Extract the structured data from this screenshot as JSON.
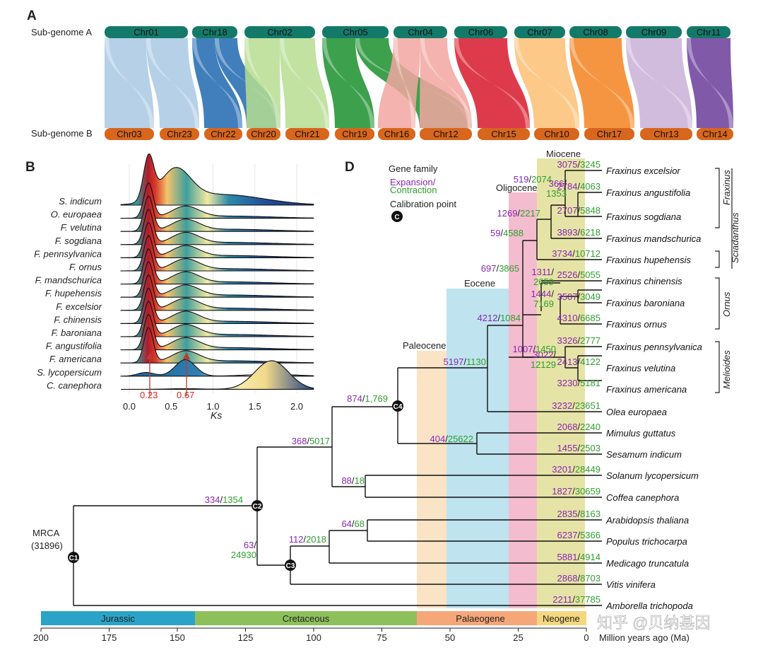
{
  "panel_a": {
    "letter": "A",
    "row_a_label": "Sub-genome A",
    "row_b_label": "Sub-genome B",
    "top_chromosomes": [
      "Chr01",
      "Chr18",
      "Chr02",
      "Chr05",
      "Chr04",
      "Chr06",
      "Chr07",
      "Chr08",
      "Chr09",
      "Chr11"
    ],
    "bottom_chromosomes": [
      "Chr03",
      "Chr23",
      "Chr22",
      "Chr20",
      "Chr21",
      "Chr19",
      "Chr16",
      "Chr12",
      "Chr15",
      "Chr10",
      "Chr17",
      "Chr13",
      "Chr14"
    ],
    "top_color": "#137a6a",
    "bottom_color": "#d8661c",
    "ribbon_colors": [
      "#a9c9e3",
      "#1f68b0",
      "#b6dd91",
      "#1b8f2e",
      "#f2a6a0",
      "#d7192b",
      "#fcbf74",
      "#f48220",
      "#c9b0d8",
      "#6a3d9a"
    ]
  },
  "panel_b": {
    "letter": "B",
    "species": [
      "S. indicum",
      "O. europaea",
      "F. velutina",
      "F. sogdiana",
      "F. pennsylvanica",
      "F. ornus",
      "F. mandschurica",
      "F. hupehensis",
      "F. excelsior",
      "F. chinensis",
      "F. baroniana",
      "F. angustifolia",
      "F. americana",
      "S. lycopersicum",
      "C. canephora"
    ],
    "peak_labels": [
      "0.23",
      "0.67"
    ],
    "xticks": [
      "0.0",
      "0.5",
      "1.0",
      "1.5",
      "2.0"
    ],
    "xlabel": "Ks",
    "peak_color": "#d7261e"
  },
  "panel_d": {
    "letter": "D",
    "legend": {
      "title": "Gene family",
      "expansion": "Expansion/",
      "contraction": "Contraction",
      "calibration": "Calibration point",
      "expansion_color": "#8a27b4",
      "contraction_color": "#2f9e2f"
    },
    "epochs": [
      "Miocene",
      "Oligocene",
      "Eocene",
      "Paleocene"
    ],
    "taxa": [
      {
        "name": "Fraxinus excelsior",
        "exp": "3075",
        "con": "3245"
      },
      {
        "name": "Fraxinus angustifolia",
        "exp": "2784",
        "con": "4063"
      },
      {
        "name": "Fraxinus sogdiana",
        "exp": "2707",
        "con": "5848"
      },
      {
        "name": "Fraxinus mandschurica",
        "exp": "3893",
        "con": "6218"
      },
      {
        "name": "Fraxinus hupehensis",
        "exp": "3734",
        "con": "10712"
      },
      {
        "name": "Fraxinus chinensis",
        "exp": "2526",
        "con": "5055"
      },
      {
        "name": "Fraxinus baroniana",
        "exp": "3507",
        "con": "3049"
      },
      {
        "name": "Fraxinus ornus",
        "exp": "4310",
        "con": "6685"
      },
      {
        "name": "Fraxinus pennsylvanica",
        "exp": "3326",
        "con": "2777"
      },
      {
        "name": "Fraxinus velutina",
        "exp": "2413",
        "con": "4122"
      },
      {
        "name": "Fraxinus americana",
        "exp": "3230",
        "con": "5181"
      },
      {
        "name": "Olea europaea",
        "exp": "3232",
        "con": "23651"
      },
      {
        "name": "Mimulus guttatus",
        "exp": "2068",
        "con": "2240"
      },
      {
        "name": "Sesamum indicum",
        "exp": "1455",
        "con": "2503"
      },
      {
        "name": "Solanum lycopersicum",
        "exp": "3201",
        "con": "28449"
      },
      {
        "name": "Coffea canephora",
        "exp": "1827",
        "con": "30659"
      },
      {
        "name": "Arabidopsis thaliana",
        "exp": "2835",
        "con": "8163"
      },
      {
        "name": "Populus trichocarpa",
        "exp": "6237",
        "con": "5366"
      },
      {
        "name": "Medicago truncatula",
        "exp": "5881",
        "con": "4914"
      },
      {
        "name": "Vitis vinifera",
        "exp": "2868",
        "con": "8703"
      },
      {
        "name": "Amborella trichopoda",
        "exp": "2211",
        "con": "37785"
      }
    ],
    "internal_nodes": [
      {
        "exp": "519",
        "con": "2074"
      },
      {
        "exp": "366",
        "con": "1353"
      },
      {
        "exp": "1269",
        "con": "2217"
      },
      {
        "exp": "59",
        "con": "4588"
      },
      {
        "exp": "697",
        "con": "3865"
      },
      {
        "exp": "1311",
        "con": "2659"
      },
      {
        "exp": "1444",
        "con": "7169"
      },
      {
        "exp": "4212",
        "con": "1084"
      },
      {
        "exp": "1007",
        "con": "1450"
      },
      {
        "exp": "3022",
        "con": "12129"
      },
      {
        "exp": "5197",
        "con": "1130"
      },
      {
        "exp": "874",
        "con": "1,769"
      },
      {
        "exp": "404",
        "con": "25622"
      },
      {
        "exp": "368",
        "con": "5017"
      },
      {
        "exp": "88",
        "con": "18"
      },
      {
        "exp": "334",
        "con": "1354"
      },
      {
        "exp": "63",
        "con": "24930"
      },
      {
        "exp": "112",
        "con": "2018"
      },
      {
        "exp": "64",
        "con": "68"
      }
    ],
    "calibration_points": [
      "C1",
      "C2",
      "C3",
      "C4"
    ],
    "mrca_label": "MRCA",
    "mrca_count": "(31896)",
    "clades": [
      "Fraxinus",
      "Sciadanthus",
      "Ornus",
      "Melioides"
    ],
    "periods": [
      {
        "name": "Jurassic",
        "color": "#2aa3c7"
      },
      {
        "name": "Cretaceous",
        "color": "#8dc05b"
      },
      {
        "name": "Palaeogene",
        "color": "#f5a77a"
      },
      {
        "name": "Neogene",
        "color": "#f5d77f"
      }
    ],
    "time_ticks": [
      "200",
      "175",
      "150",
      "125",
      "100",
      "75",
      "50",
      "25",
      "0"
    ],
    "time_axis_label": "Million years ago (Ma)"
  },
  "watermark": "知乎 @贝纳基因"
}
